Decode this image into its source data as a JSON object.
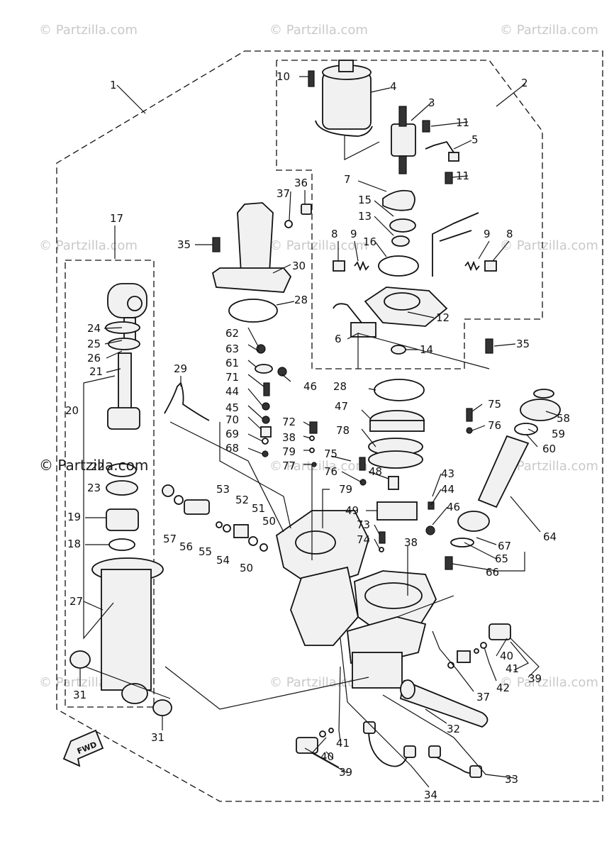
{
  "watermarks": {
    "text": "© Partzilla.com",
    "strong_text": "© Partzilla.com"
  },
  "direction_tag": "FWD",
  "callouts": [
    "1",
    "2",
    "3",
    "4",
    "5",
    "6",
    "7",
    "8",
    "9",
    "10",
    "11",
    "12",
    "13",
    "14",
    "15",
    "16",
    "17",
    "18",
    "19",
    "20",
    "21",
    "22",
    "23",
    "24",
    "25",
    "26",
    "27",
    "28",
    "29",
    "30",
    "31",
    "32",
    "33",
    "34",
    "35",
    "36",
    "37",
    "38",
    "39",
    "40",
    "41",
    "42",
    "43",
    "44",
    "45",
    "46",
    "47",
    "48",
    "49",
    "50",
    "51",
    "52",
    "53",
    "54",
    "55",
    "56",
    "57",
    "58",
    "59",
    "60",
    "61",
    "62",
    "63",
    "64",
    "65",
    "66",
    "67",
    "68",
    "69",
    "70",
    "71",
    "72",
    "73",
    "74",
    "75",
    "76",
    "77",
    "78",
    "79"
  ],
  "colors": {
    "ink": "#111111",
    "watermark": "#c9c9c9",
    "background": "#ffffff"
  }
}
